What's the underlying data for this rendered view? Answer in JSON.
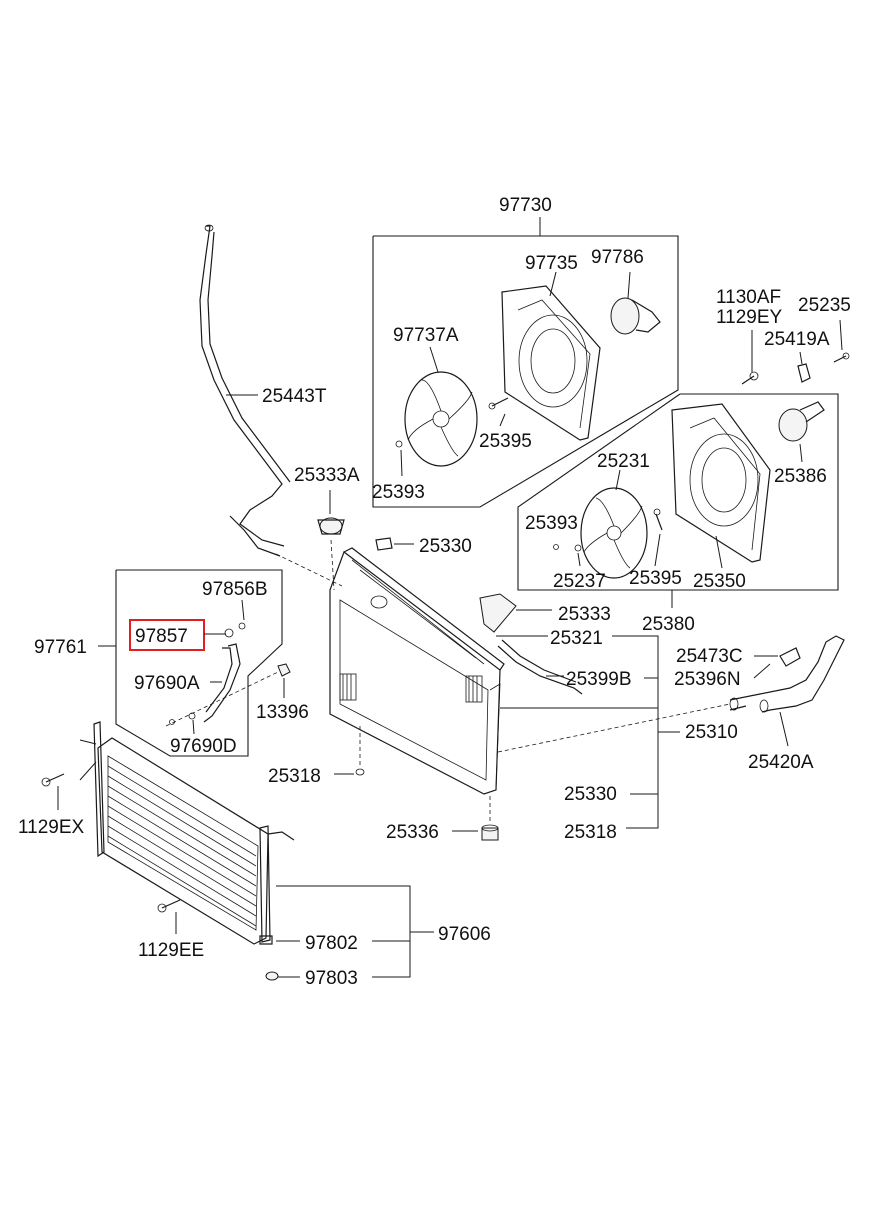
{
  "diagram": {
    "highlighted_part": "97857",
    "highlight_color": "#e02020",
    "labels": {
      "p97730": "97730",
      "p97735": "97735",
      "p97786": "97786",
      "p97737A": "97737A",
      "p25395a": "25395",
      "p25393a": "25393",
      "p25443T": "25443T",
      "p1130AF": "1130AF",
      "p1129EY": "1129EY",
      "p25235": "25235",
      "p25419A": "25419A",
      "p25386": "25386",
      "p25231": "25231",
      "p25393b": "25393",
      "p25237": "25237",
      "p25395b": "25395",
      "p25350": "25350",
      "p25380": "25380",
      "p25333A": "25333A",
      "p25330a": "25330",
      "p25333": "25333",
      "p25321": "25321",
      "p25399B": "25399B",
      "p25473C": "25473C",
      "p25396N": "25396N",
      "p25310": "25310",
      "p25420A": "25420A",
      "p25330b": "25330",
      "p25318a": "25318",
      "p25318b": "25318",
      "p25336": "25336",
      "p97856B": "97856B",
      "p97857": "97857",
      "p97761": "97761",
      "p97690A": "97690A",
      "p97690D": "97690D",
      "p13396": "13396",
      "p1129EX": "1129EX",
      "p1129EE": "1129EE",
      "p97802": "97802",
      "p97803": "97803",
      "p97606": "97606"
    }
  }
}
